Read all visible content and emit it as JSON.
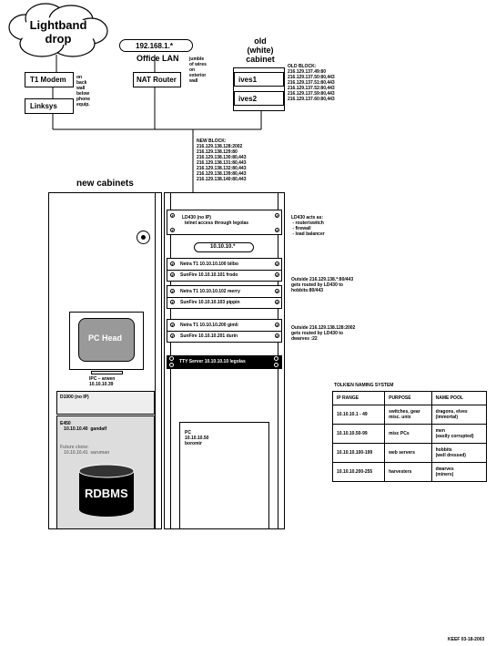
{
  "internet": {
    "cloud_label": "Lightband\ndrop"
  },
  "devices": {
    "t1_modem": "T1 Modem",
    "linksys": "Linksys",
    "t1_note": "on\nback\nwall\nbelow\nphone\nequip.",
    "office_lan_ip": "192.168.1.*",
    "office_lan": "Office LAN",
    "nat_router": "NAT Router",
    "nat_note": "jumble\nof wires\non\nexterior\nwall",
    "old_cabinet": "old\n(white)\ncabinet",
    "ives1": "ives1",
    "ives2": "ives2"
  },
  "old_block": {
    "title": "OLD BLOCK:",
    "lines": [
      "216.129.137.49:80",
      "216.129.137.50:80,443",
      "216.129.137.51:80,443",
      "216.129.137.52:80,443",
      "216.129.137.59:80,443",
      "216.129.137.60:80,443"
    ]
  },
  "new_block": {
    "title": "NEW BLOCK:",
    "lines": [
      "216.129.138.128:2002",
      "216.129.138.129:80",
      "216.129.138.130:80,443",
      "216.129.138.131:80,443",
      "216.129.138.132:80,443",
      "216.129.138.139:80,443",
      "216.129.138.140:80,443"
    ]
  },
  "cabinets": {
    "title": "new cabinets",
    "pc_head": "PC Head",
    "ipc": "IPC – arwen\n10.10.10.39",
    "d1000": "D1000 (no IP)",
    "e450": "E450\n   10.10.10.40  gandalf",
    "future": "Future clone:\n   10.10.10.41  saruman",
    "rdbms": "RDBMS",
    "pc_boromir": "PC\n10.10.10.50\nboromir",
    "ld430": "LD430 (no IP)\n  telnet access through legolas",
    "hub_ip": "10.10.10.*",
    "rows_a": [
      "Netra T1  10.10.10.100  bilbo",
      "SunFire   10.10.10.101  frodo"
    ],
    "rows_b": [
      "Netra T1  10.10.10.102  merry",
      "SunFire   10.10.10.103  pippin"
    ],
    "rows_c": [
      "Netra T1  10.10.10.200  gimli",
      "SunFire   10.10.10.201  durin"
    ],
    "tty": "TTY Server  10.10.10.10  legolas"
  },
  "notes": {
    "ld430_acts": "LD430 acts as:\n - router/switch\n - firewall\n - load balancer",
    "hobbits": "Outside 216.129.138.*:80/443\ngets routed by LD430 to\nhobbits:80/443",
    "dwarves": "Outside 216.129.138.128:2002\ngets routed by LD430 to\ndwarves :22"
  },
  "tolkien": {
    "title": "TOLKIEN NAMING SYSTEM",
    "headers": [
      "IP RANGE",
      "PURPOSE",
      "NAME POOL"
    ],
    "rows": [
      [
        "10.10.10.1 - 49",
        "switches, gear\nmisc. unix",
        "dragons, elves\n(immortal)"
      ],
      [
        "10.10.10.50-99",
        "misc PCs",
        "men\n(easily corrupted)"
      ],
      [
        "10.10.10.100-199",
        "web servers",
        "hobbits\n(well dressed)"
      ],
      [
        "10.10.10.200-255",
        "harvesters",
        "dwarves\n(miners)"
      ]
    ]
  },
  "footer": "KEEF 03-18-2003"
}
